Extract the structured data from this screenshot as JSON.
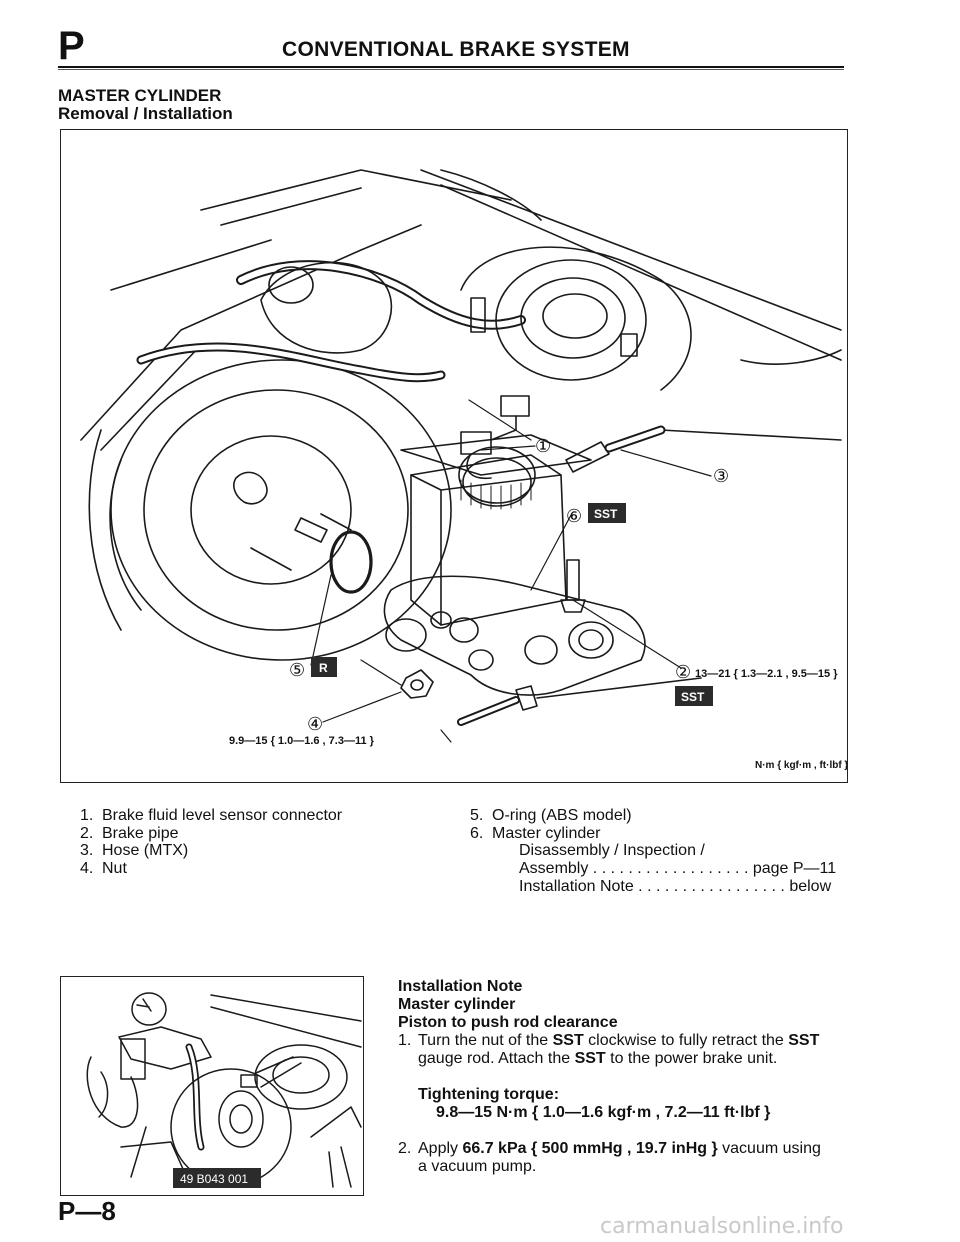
{
  "header": {
    "section_letter": "P",
    "section_title": "CONVENTIONAL BRAKE SYSTEM"
  },
  "heading": {
    "main": "MASTER CYLINDER",
    "sub": "Removal / Installation"
  },
  "main_figure": {
    "callouts": [
      "①",
      "②",
      "③",
      "④",
      "⑤",
      "⑥"
    ],
    "torque_2": "13—21 { 1.3—2.1 , 9.5—15 }",
    "torque_4": "9.9—15 { 1.0—1.6 , 7.3—11 }",
    "units": "N·m { kgf·m , ft·lbf }",
    "sst_label": "SST",
    "replace_label": "R"
  },
  "parts_left": [
    {
      "num": "1.",
      "text": "Brake fluid level sensor connector"
    },
    {
      "num": "2.",
      "text": "Brake pipe"
    },
    {
      "num": "3.",
      "text": "Hose (MTX)"
    },
    {
      "num": "4.",
      "text": "Nut"
    }
  ],
  "parts_right": [
    {
      "num": "5.",
      "text": "O-ring (ABS model)"
    },
    {
      "num": "6.",
      "text": "Master cylinder"
    }
  ],
  "refs": {
    "line1": "Disassembly / Inspection /",
    "line2_label": "Assembly",
    "line2_dots": " . . . . . . . . . . . . . . . . . .",
    "line2_ref": "page P—11",
    "line3_label": "Installation Note",
    "line3_dots": " . . . . . . . . . . . . . . . . .",
    "line3_ref": "below"
  },
  "small_figure": {
    "label": "49 B043 001"
  },
  "install_note": {
    "title": "Installation Note",
    "component": "Master cylinder",
    "topic": "Piston to push rod clearance",
    "step1_num": "1.",
    "step1_a": "Turn the nut of the ",
    "step1_b": "SST",
    "step1_c": " clockwise to fully retract the ",
    "step1_d": "SST",
    "step1_e": "gauge rod. Attach the ",
    "step1_f": "SST",
    "step1_g": " to the power brake unit.",
    "torque_label": "Tightening torque:",
    "torque_value": "9.8—15 N·m { 1.0—1.6 kgf·m , 7.2—11 ft·lbf }",
    "step2_num": "2.",
    "step2_a": "Apply ",
    "step2_b": "66.7 kPa { 500 mmHg , 19.7 inHg }",
    "step2_c": " vacuum using",
    "step2_d": "a vacuum pump."
  },
  "footer": {
    "page_number": "P—8",
    "watermark": "carmanualsonline.info"
  }
}
